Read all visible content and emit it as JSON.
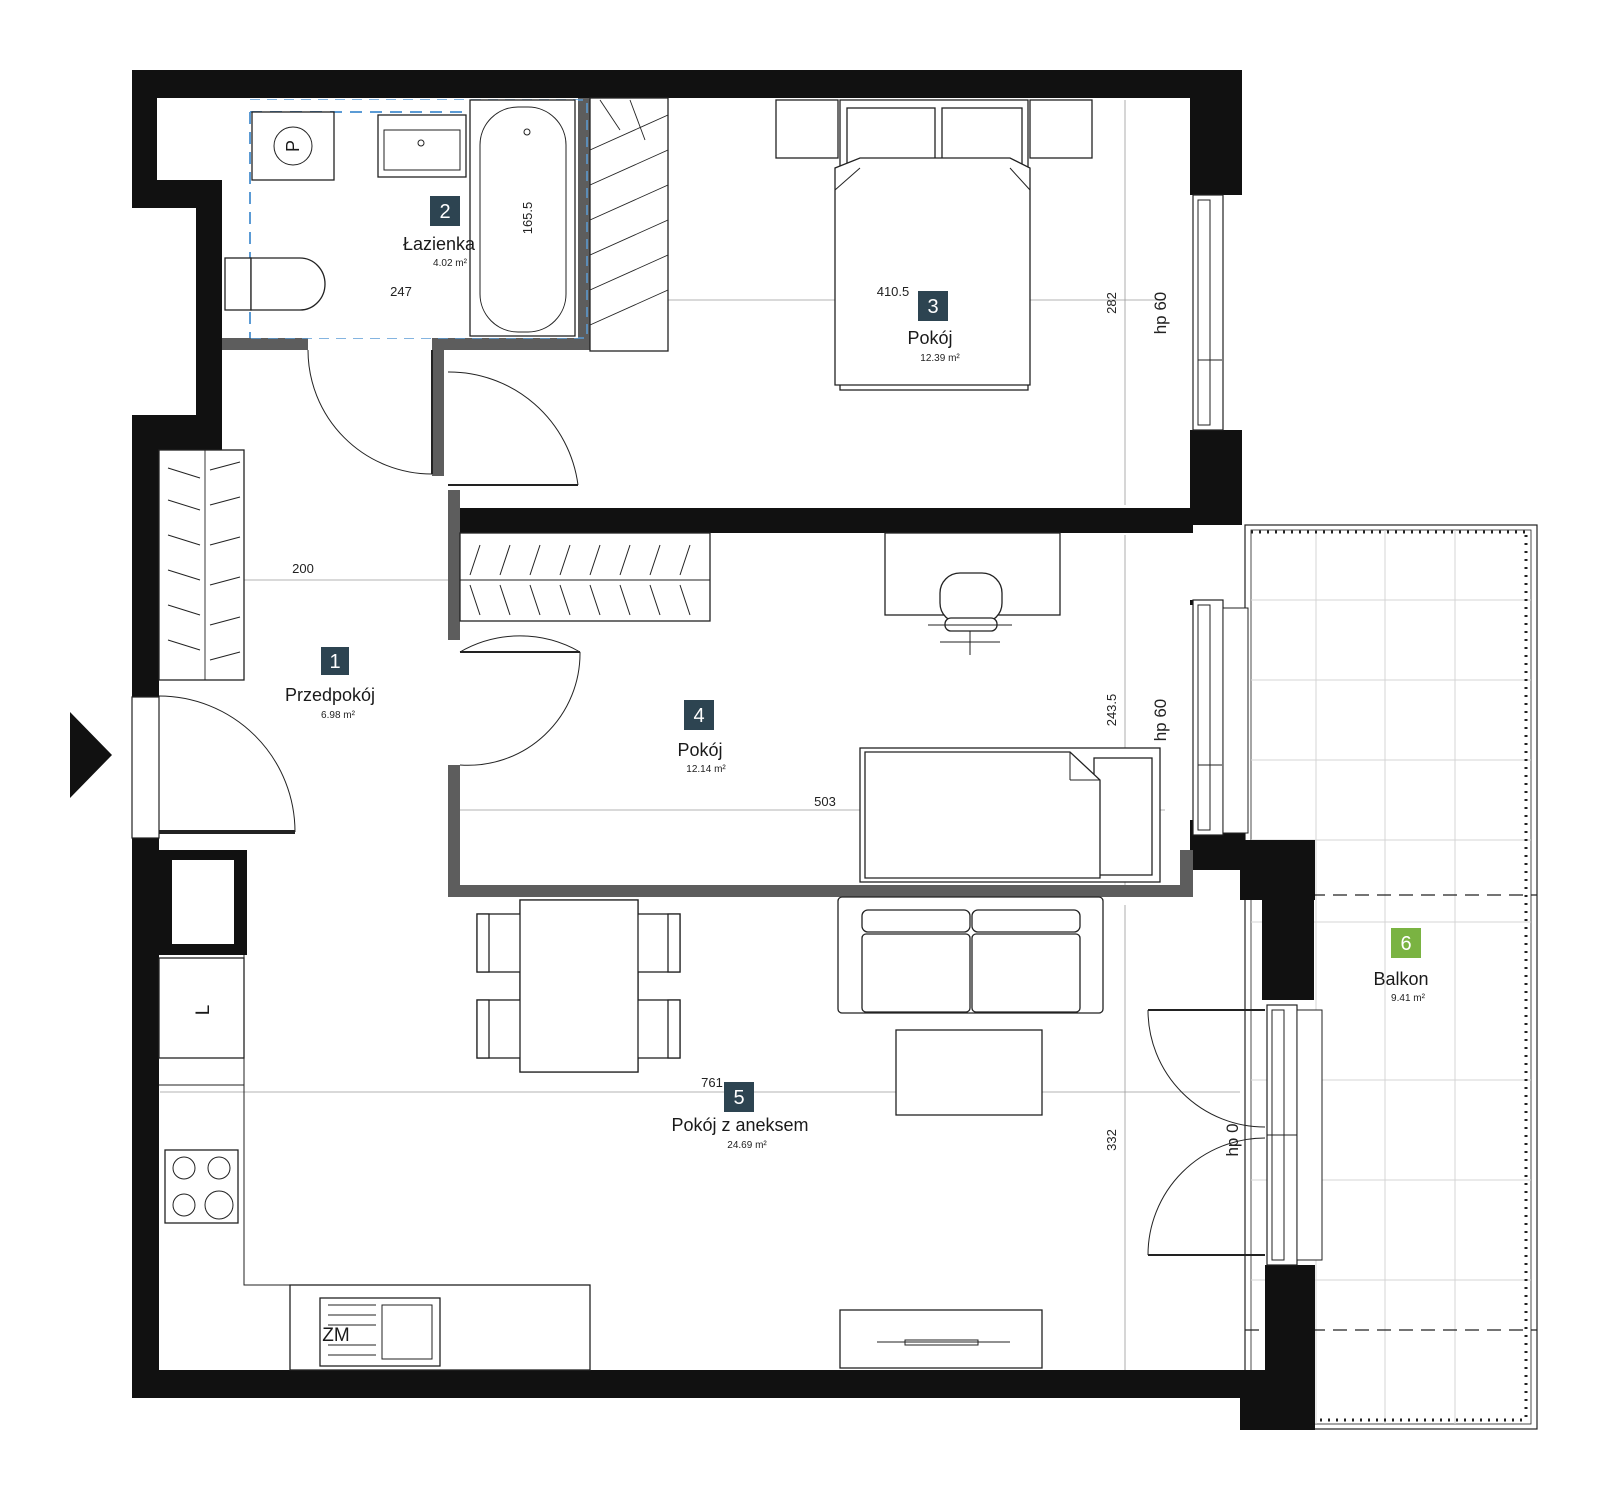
{
  "colors": {
    "wall": "#111111",
    "partition": "#5d5d5d",
    "badge": "#2d4451",
    "badge_balcony": "#7ab342",
    "dashed_zone": "#5b9bd5"
  },
  "rooms": [
    {
      "num": "1",
      "name": "Przedpokój",
      "area": "6.98 m²"
    },
    {
      "num": "2",
      "name": "Łazienka",
      "area": "4.02 m²"
    },
    {
      "num": "3",
      "name": "Pokój",
      "area": "12.39 m²"
    },
    {
      "num": "4",
      "name": "Pokój",
      "area": "12.14 m²"
    },
    {
      "num": "5",
      "name": "Pokój z aneksem",
      "area": "24.69 m²"
    },
    {
      "num": "6",
      "name": "Balkon",
      "area": "9.41 m²"
    }
  ],
  "dimensions": {
    "d247": "247",
    "d165": "165.5",
    "d410": "410.5",
    "d282": "282",
    "d200": "200",
    "d243": "243.5",
    "d503": "503",
    "d761": "761",
    "d332": "332"
  },
  "window_heights": {
    "hp1": "hp 60",
    "hp2": "hp 60",
    "hp3": "hp 0"
  },
  "symbols": {
    "washer": "P",
    "fridge": "L",
    "dishwasher": "ZM"
  },
  "icons": [
    "entrance-arrow-icon",
    "stove-icon",
    "sink-icon",
    "bathtub-icon",
    "toilet-icon",
    "bed-icon",
    "desk-chair-icon",
    "sofa-icon",
    "tv-icon"
  ]
}
